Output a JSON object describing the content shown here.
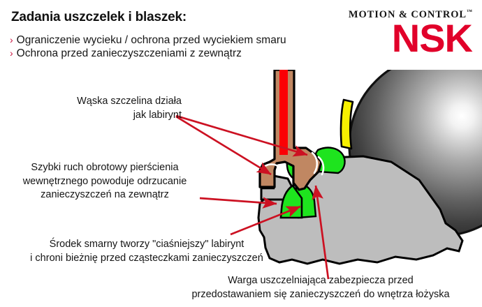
{
  "header": {
    "title": "Zadania uszczelek i blaszek:",
    "bullets": [
      "Ograniczenie wycieku / ochrona przed wyciekiem smaru",
      "Ochrona przed zanieczyszczeniami z zewnątrz"
    ],
    "bullet_marker": "›"
  },
  "logo": {
    "tagline": "MOTION & CONTROL",
    "trademark": "™",
    "wordmark": "NSK"
  },
  "annotations": [
    {
      "id": "labirynt",
      "lines": [
        "Wąska szczelina działa",
        "jak labirynt"
      ],
      "text": "Wąska szczelina działa\njak labirynt"
    },
    {
      "id": "obrotowy",
      "lines": [
        "Szybki ruch obrotowy pierścienia",
        "wewnętrznego powoduje odrzucanie",
        "zanieczyszczeń na zewnątrz"
      ],
      "text": "Szybki ruch obrotowy pierścienia wewnętrznego powoduje odrzucanie zanieczyszczeń na zewnątrz"
    },
    {
      "id": "smarny",
      "lines": [
        "Środek smarny tworzy \"ciaśniejszy\" labirynt",
        "i chroni bieżnię przed cząsteczkami zanieczyszczeń"
      ],
      "text": "Środek smarny tworzy \"ciaśniejszy\" labirynt i chroni bieżnię przed cząsteczkami zanieczyszczeń"
    },
    {
      "id": "warga",
      "lines": [
        "Warga uszczelniająca zabezpiecza przed",
        "przedostawaniem się zanieczyszczeń do wnętrza łożyska"
      ],
      "text": "Warga uszczelniająca zabezpiecza przed przedostawaniem się zanieczyszczeń do wnętrza łożyska"
    }
  ],
  "colors": {
    "brand_red": "#e1002a",
    "bullet_red": "#c8103c",
    "arrow_red": "#cc1122",
    "grease_red": "#fb0005",
    "seal_brown": "#c08762",
    "lubricant_green": "#1ee41e",
    "cage_yellow": "#f7f000",
    "ring_gray": "#bdbdbd",
    "ball_dark": "#2b2b2b",
    "outline": "#000000",
    "text": "#151515",
    "background": "#ffffff"
  },
  "diagram": {
    "name": "bearing-seal-cross-section",
    "parts": [
      {
        "name": "seal-shield",
        "color": "#c08762"
      },
      {
        "name": "grease-channel",
        "color": "#fb0005"
      },
      {
        "name": "lubricant-film",
        "color": "#1ee41e"
      },
      {
        "name": "cage",
        "color": "#f7f000"
      },
      {
        "name": "rolling-ball",
        "color": "#2b2b2b"
      },
      {
        "name": "inner-ring",
        "color": "#bdbdbd"
      }
    ]
  }
}
